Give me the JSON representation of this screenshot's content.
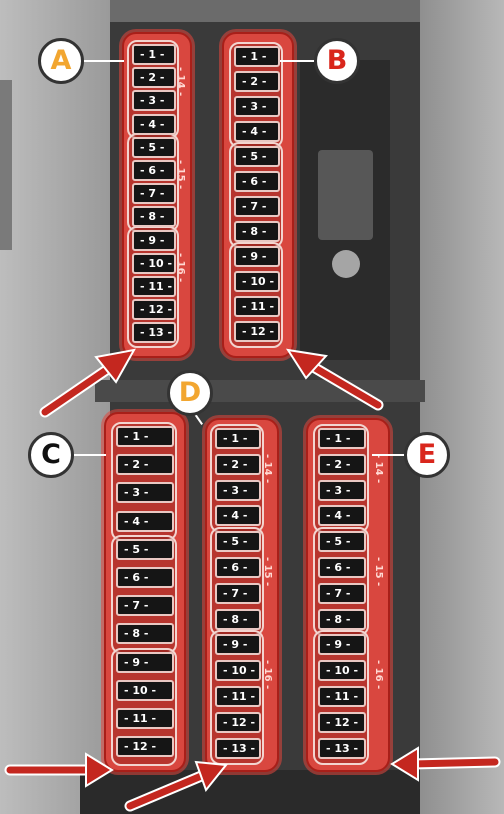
{
  "colors": {
    "fuse_box": "#d9473f",
    "arrow": "#c4271f",
    "badge_a": "#f2a630",
    "badge_b": "#d9261c",
    "badge_c": "#111111",
    "badge_d": "#f2a630",
    "badge_e": "#d9261c"
  },
  "blocks": [
    {
      "label": "A",
      "fuses": [
        "1",
        "2",
        "3",
        "4",
        "5",
        "6",
        "7",
        "8",
        "9",
        "10",
        "11",
        "12",
        "13"
      ],
      "side_labels": [
        "14",
        "15",
        "16"
      ]
    },
    {
      "label": "B",
      "fuses": [
        "1",
        "2",
        "3",
        "4",
        "5",
        "6",
        "7",
        "8",
        "9",
        "10",
        "11",
        "12"
      ],
      "side_labels": []
    },
    {
      "label": "C",
      "fuses": [
        "1",
        "2",
        "3",
        "4",
        "5",
        "6",
        "7",
        "8",
        "9",
        "10",
        "11",
        "12"
      ],
      "side_labels": []
    },
    {
      "label": "D",
      "fuses": [
        "1",
        "2",
        "3",
        "4",
        "5",
        "6",
        "7",
        "8",
        "9",
        "10",
        "11",
        "12",
        "13"
      ],
      "side_labels": [
        "14",
        "15",
        "16"
      ]
    },
    {
      "label": "E",
      "fuses": [
        "1",
        "2",
        "3",
        "4",
        "5",
        "6",
        "7",
        "8",
        "9",
        "10",
        "11",
        "12",
        "13"
      ],
      "side_labels": [
        "14",
        "15",
        "16"
      ]
    }
  ],
  "arrow_icon": "arrow-right-icon"
}
